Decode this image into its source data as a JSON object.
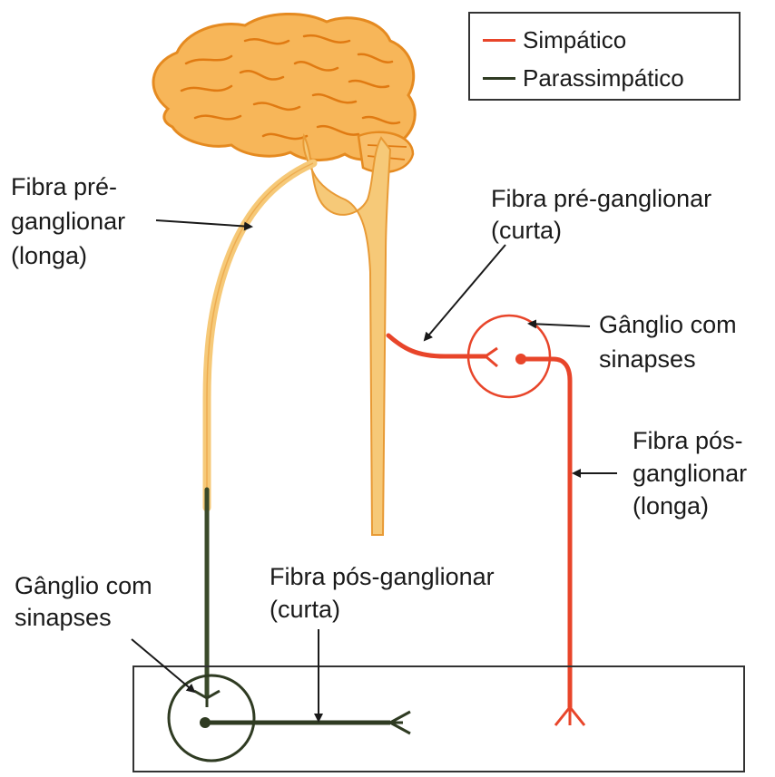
{
  "legend": {
    "sympathetic": {
      "label": "Simpático",
      "color": "#e8452a"
    },
    "parasympathetic": {
      "label": "Parassimpático",
      "color": "#2f3b22"
    }
  },
  "labels": {
    "para_pre_line1": "Fibra pré-",
    "para_pre_line2": "ganglionar",
    "para_pre_line3": "(longa)",
    "symp_pre_line1": "Fibra pré-ganglionar",
    "symp_pre_line2": "(curta)",
    "symp_ganglion_line1": "Gânglio com",
    "symp_ganglion_line2": "sinapses",
    "symp_post_line1": "Fibra pós-",
    "symp_post_line2": "ganglionar",
    "symp_post_line3": "(longa)",
    "para_ganglion_line1": "Gânglio com",
    "para_ganglion_line2": "sinapses",
    "para_post_line1": "Fibra pós-ganglionar",
    "para_post_line2": "(curta)"
  },
  "colors": {
    "brain_fill": "#f7b659",
    "brain_stroke": "#e58a20",
    "cord_fill": "#f6c978",
    "cord_stroke": "#e89a35",
    "arrow": "#1a1a1a",
    "organ_box": "#333333"
  }
}
